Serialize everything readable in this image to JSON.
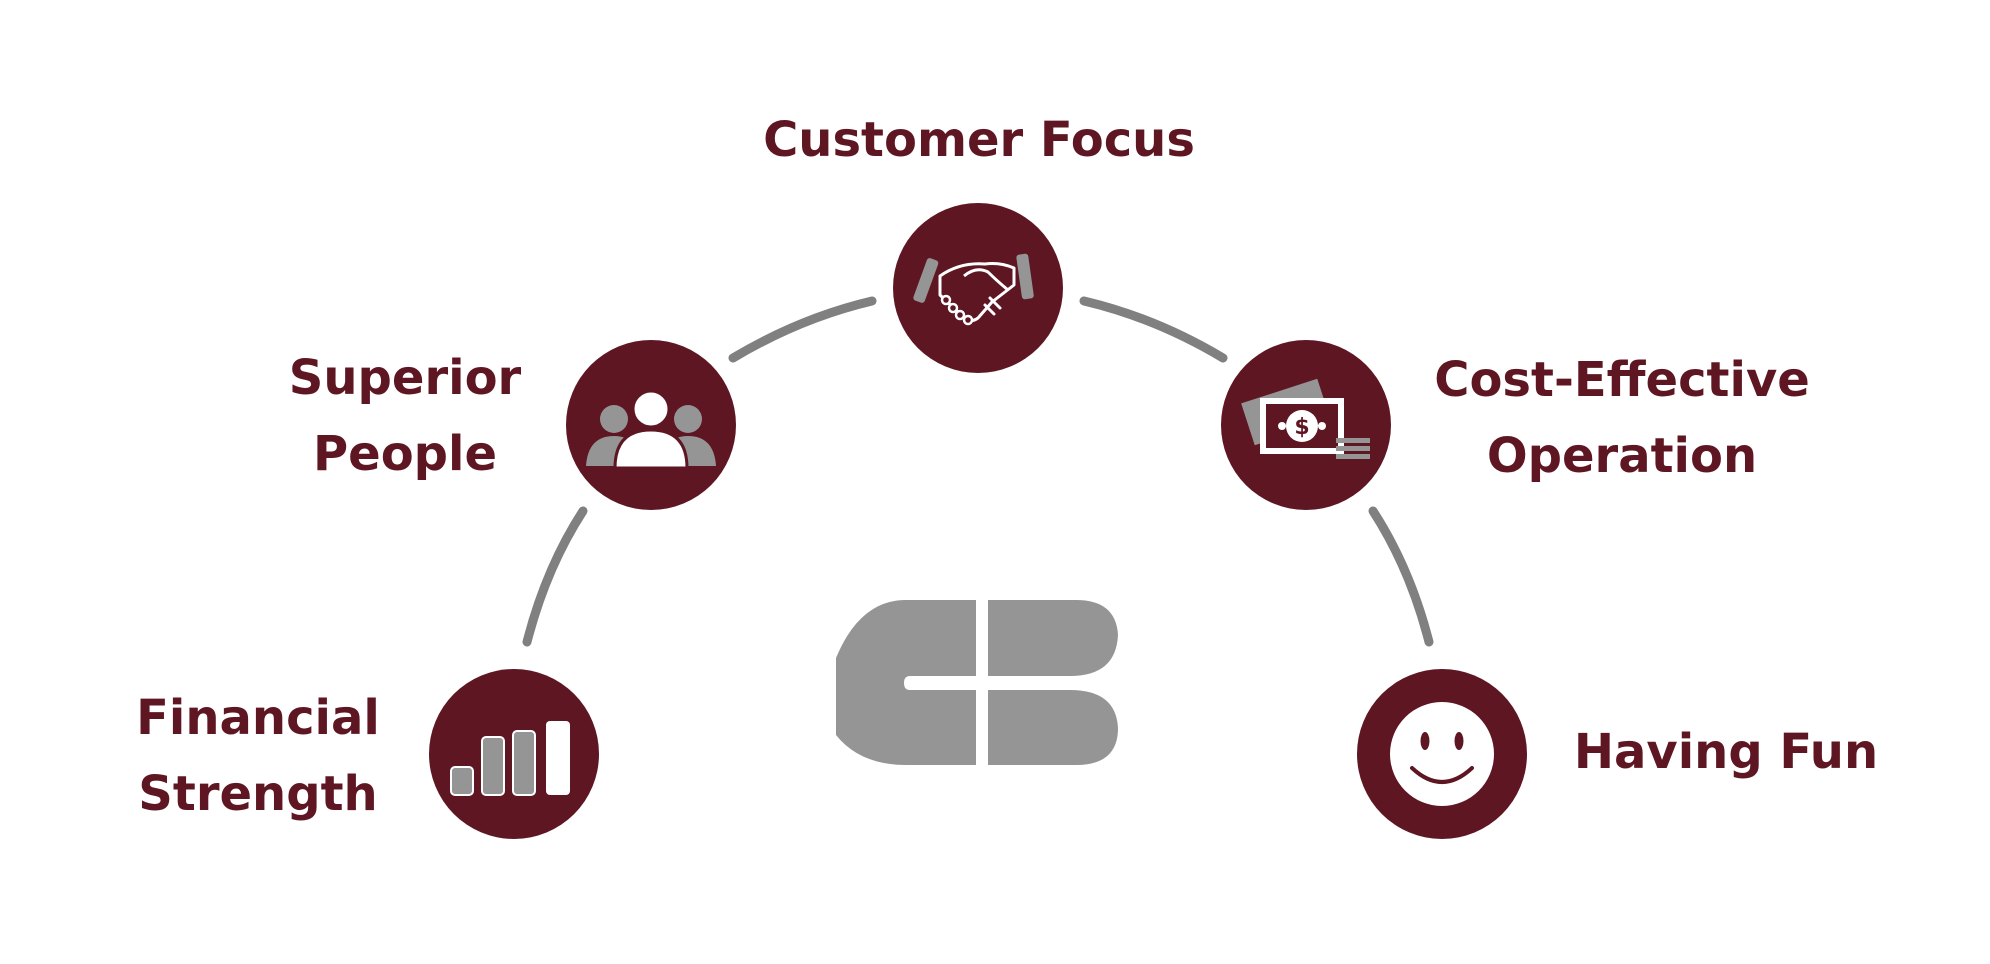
{
  "nodes": {
    "customer_focus": {
      "label": "Customer Focus",
      "icon": "handshake-icon"
    },
    "superior_people": {
      "label_line1": "Superior",
      "label_line2": "People",
      "icon": "people-group-icon"
    },
    "cost_effective_operation": {
      "label_line1": "Cost-Effective",
      "label_line2": "Operation",
      "icon": "money-stack-icon"
    },
    "financial_strength": {
      "label_line1": "Financial",
      "label_line2": "Strength",
      "icon": "bar-chart-icon"
    },
    "having_fun": {
      "label": "Having Fun",
      "icon": "smiley-face-icon"
    }
  },
  "center_logo": {
    "icon": "cb-logo-icon"
  },
  "colors": {
    "maroon": "#5e1622",
    "gray": "#959595",
    "connector_gray": "#808080",
    "white": "#ffffff"
  }
}
